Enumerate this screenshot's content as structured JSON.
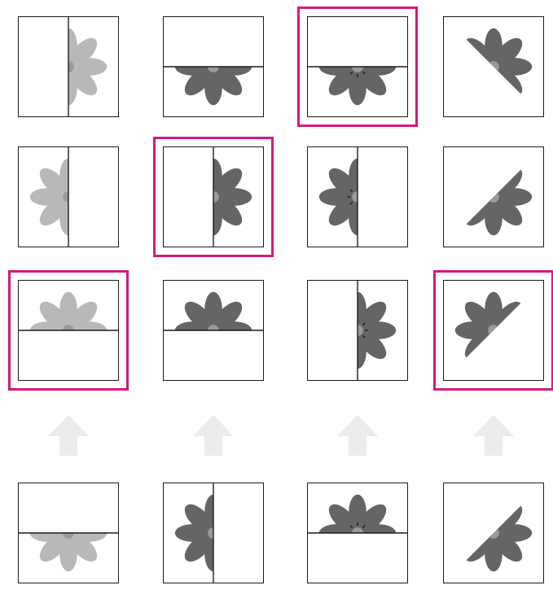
{
  "colors": {
    "selection": "#d6197a",
    "tile_border": "#1a1a1a",
    "petal_light": "#b8b8b8",
    "petal_dark": "#656565",
    "petal_center": "#9a9a9a",
    "arrow": "#ececec"
  },
  "grid": {
    "rows": [
      [
        {
          "id": "r1c1",
          "line": "vertical",
          "flower": "right",
          "shade": "light",
          "style": "round",
          "selected": false
        },
        {
          "id": "r1c2",
          "line": "horizontal",
          "flower": "bottom",
          "shade": "dark",
          "style": "round",
          "selected": false
        },
        {
          "id": "r1c3",
          "line": "horizontal",
          "flower": "bottom",
          "shade": "dark",
          "style": "ticked",
          "selected": true
        },
        {
          "id": "r1c4",
          "line": "diagonal-down",
          "flower": "upper-right",
          "shade": "dark",
          "style": "round",
          "selected": false
        }
      ],
      [
        {
          "id": "r2c1",
          "line": "vertical",
          "flower": "left",
          "shade": "light",
          "style": "round",
          "selected": false
        },
        {
          "id": "r2c2",
          "line": "vertical",
          "flower": "right",
          "shade": "dark",
          "style": "round",
          "selected": true
        },
        {
          "id": "r2c3",
          "line": "vertical",
          "flower": "left",
          "shade": "dark",
          "style": "ticked",
          "selected": false
        },
        {
          "id": "r2c4",
          "line": "diagonal-up",
          "flower": "lower-right",
          "shade": "dark",
          "style": "round",
          "selected": false
        }
      ],
      [
        {
          "id": "r3c1",
          "line": "horizontal",
          "flower": "top",
          "shade": "light",
          "style": "round",
          "selected": true
        },
        {
          "id": "r3c2",
          "line": "horizontal",
          "flower": "top",
          "shade": "dark",
          "style": "round",
          "selected": false
        },
        {
          "id": "r3c3",
          "line": "vertical",
          "flower": "right",
          "shade": "dark",
          "style": "ticked",
          "selected": false
        },
        {
          "id": "r3c4",
          "line": "diagonal-up",
          "flower": "upper-left",
          "shade": "dark",
          "style": "round",
          "selected": true
        }
      ]
    ],
    "arrows": [
      "arrow-up-icon",
      "arrow-up-icon",
      "arrow-up-icon",
      "arrow-up-icon"
    ],
    "references": [
      {
        "id": "ref1",
        "line": "horizontal",
        "flower": "bottom",
        "shade": "light",
        "style": "round"
      },
      {
        "id": "ref2",
        "line": "vertical",
        "flower": "left",
        "shade": "dark",
        "style": "round"
      },
      {
        "id": "ref3",
        "line": "horizontal",
        "flower": "top",
        "shade": "dark",
        "style": "ticked"
      },
      {
        "id": "ref4",
        "line": "diagonal-up",
        "flower": "lower-right",
        "shade": "dark",
        "style": "round"
      }
    ]
  }
}
